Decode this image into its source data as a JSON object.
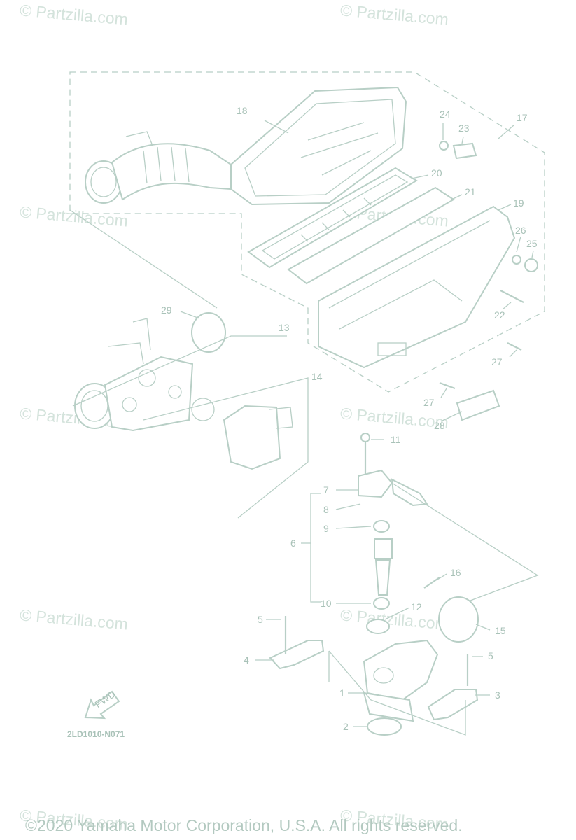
{
  "watermark_text": "© Partzilla.com",
  "diagram_code": "2LD1010-N071",
  "copyright": "©2020 Yamaha Motor Corporation, U.S.A. All rights reserved.",
  "fwd_label": "FWD",
  "callouts": [
    "1",
    "2",
    "3",
    "4",
    "5",
    "5",
    "6",
    "7",
    "8",
    "9",
    "10",
    "11",
    "12",
    "13",
    "14",
    "15",
    "16",
    "17",
    "18",
    "19",
    "20",
    "21",
    "22",
    "23",
    "24",
    "25",
    "26",
    "27",
    "27",
    "28",
    "29"
  ],
  "colors": {
    "line": "#b8cfc6",
    "label": "#a9c2b8",
    "watermark": "#d4e3dc"
  }
}
